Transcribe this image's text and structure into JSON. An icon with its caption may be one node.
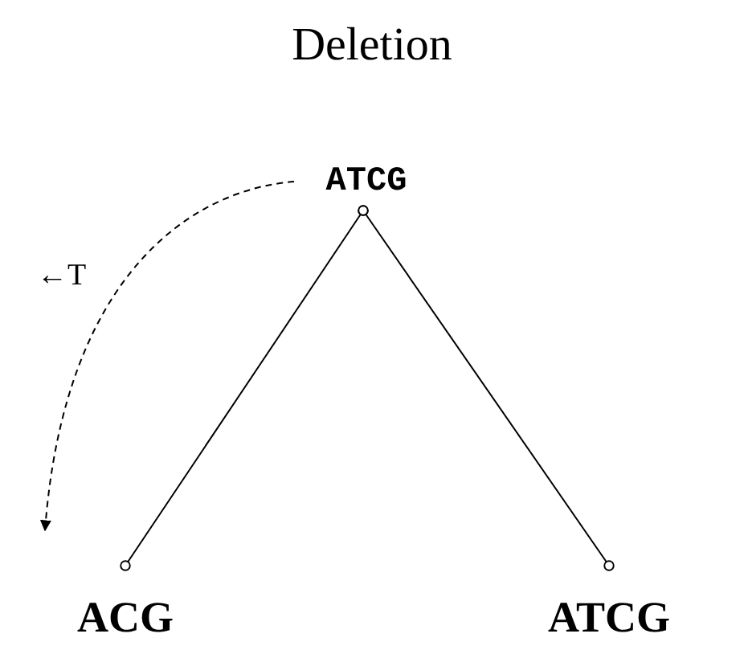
{
  "diagram": {
    "title": "Deletion",
    "nodes": [
      {
        "text": [
          "ATCG"
        ]
      },
      {
        "text": [
          "ACG"
        ]
      },
      {
        "text": [
          "ATCG"
        ]
      }
    ],
    "edges": [
      {
        "from": 0,
        "to": 1,
        "arrow": "other"
      },
      {
        "from": 0,
        "to": 2,
        "arrow": "other"
      },
      {
        "from": 0,
        "to": 1,
        "arrow": "to",
        "style": "dashed",
        "label": "←T"
      }
    ]
  }
}
